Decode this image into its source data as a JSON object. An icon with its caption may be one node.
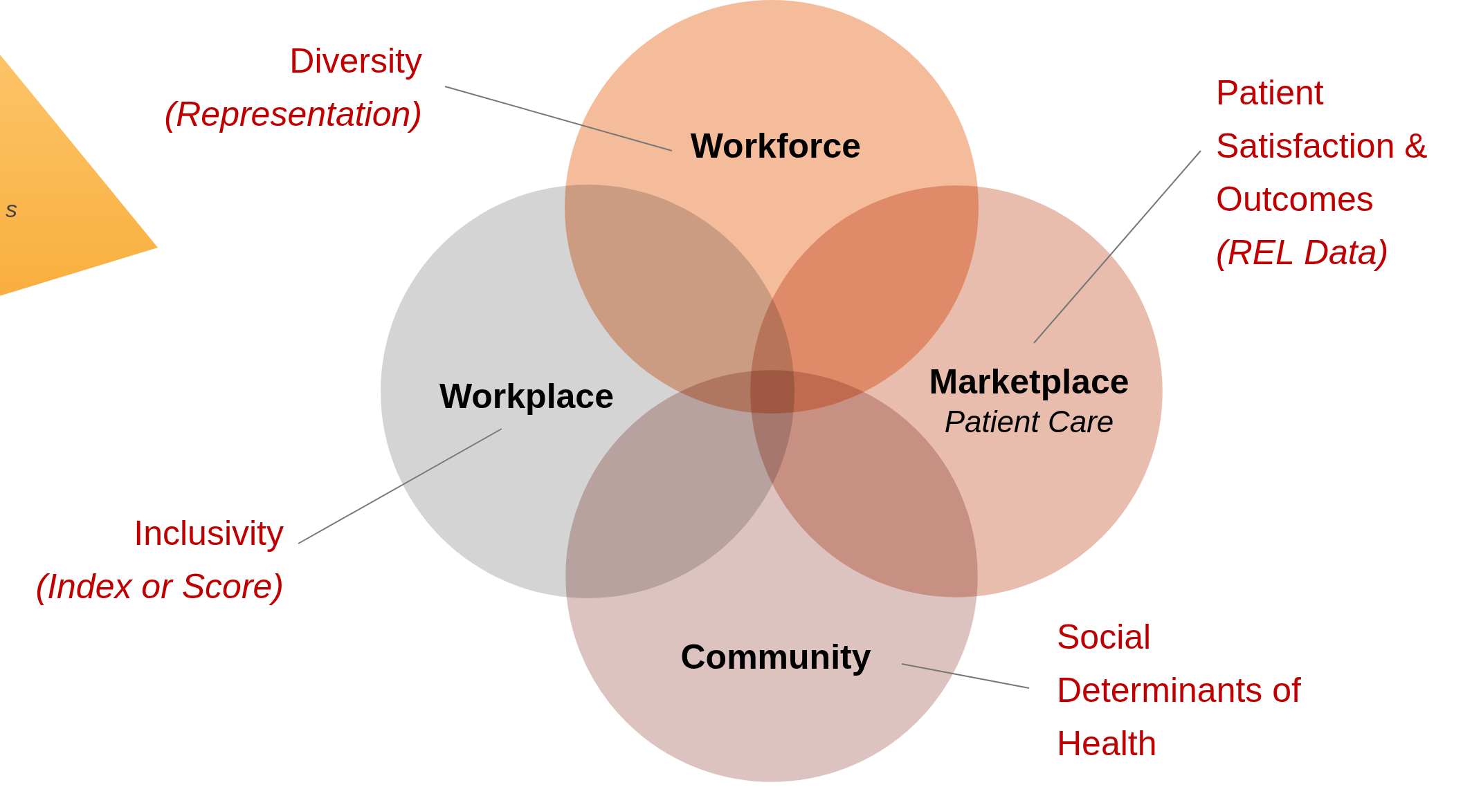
{
  "diagram": {
    "nodes": [
      {
        "text": [
          "s"
        ]
      },
      {
        "text": [
          "Diversity",
          "(Representation)"
        ]
      },
      {
        "text": [
          "Workforce"
        ]
      },
      {
        "text": [
          "Patient Satisfaction & Outcomes",
          "(REL Data)"
        ]
      },
      {
        "text": [
          "Workplace"
        ]
      },
      {
        "text": [
          "Marketplace",
          "Patient Care"
        ]
      },
      {
        "text": [
          "Inclusivity",
          "(Index or Score)"
        ]
      },
      {
        "text": [
          "Community"
        ]
      },
      {
        "text": [
          "Social Determinants of Health"
        ]
      }
    ],
    "edges": [
      {
        "from": 1,
        "to": 2,
        "arrow": "none"
      },
      {
        "from": 3,
        "to": 5,
        "arrow": "none"
      },
      {
        "from": 6,
        "to": 4,
        "arrow": "none"
      },
      {
        "from": 8,
        "to": 7,
        "arrow": "none"
      }
    ]
  }
}
